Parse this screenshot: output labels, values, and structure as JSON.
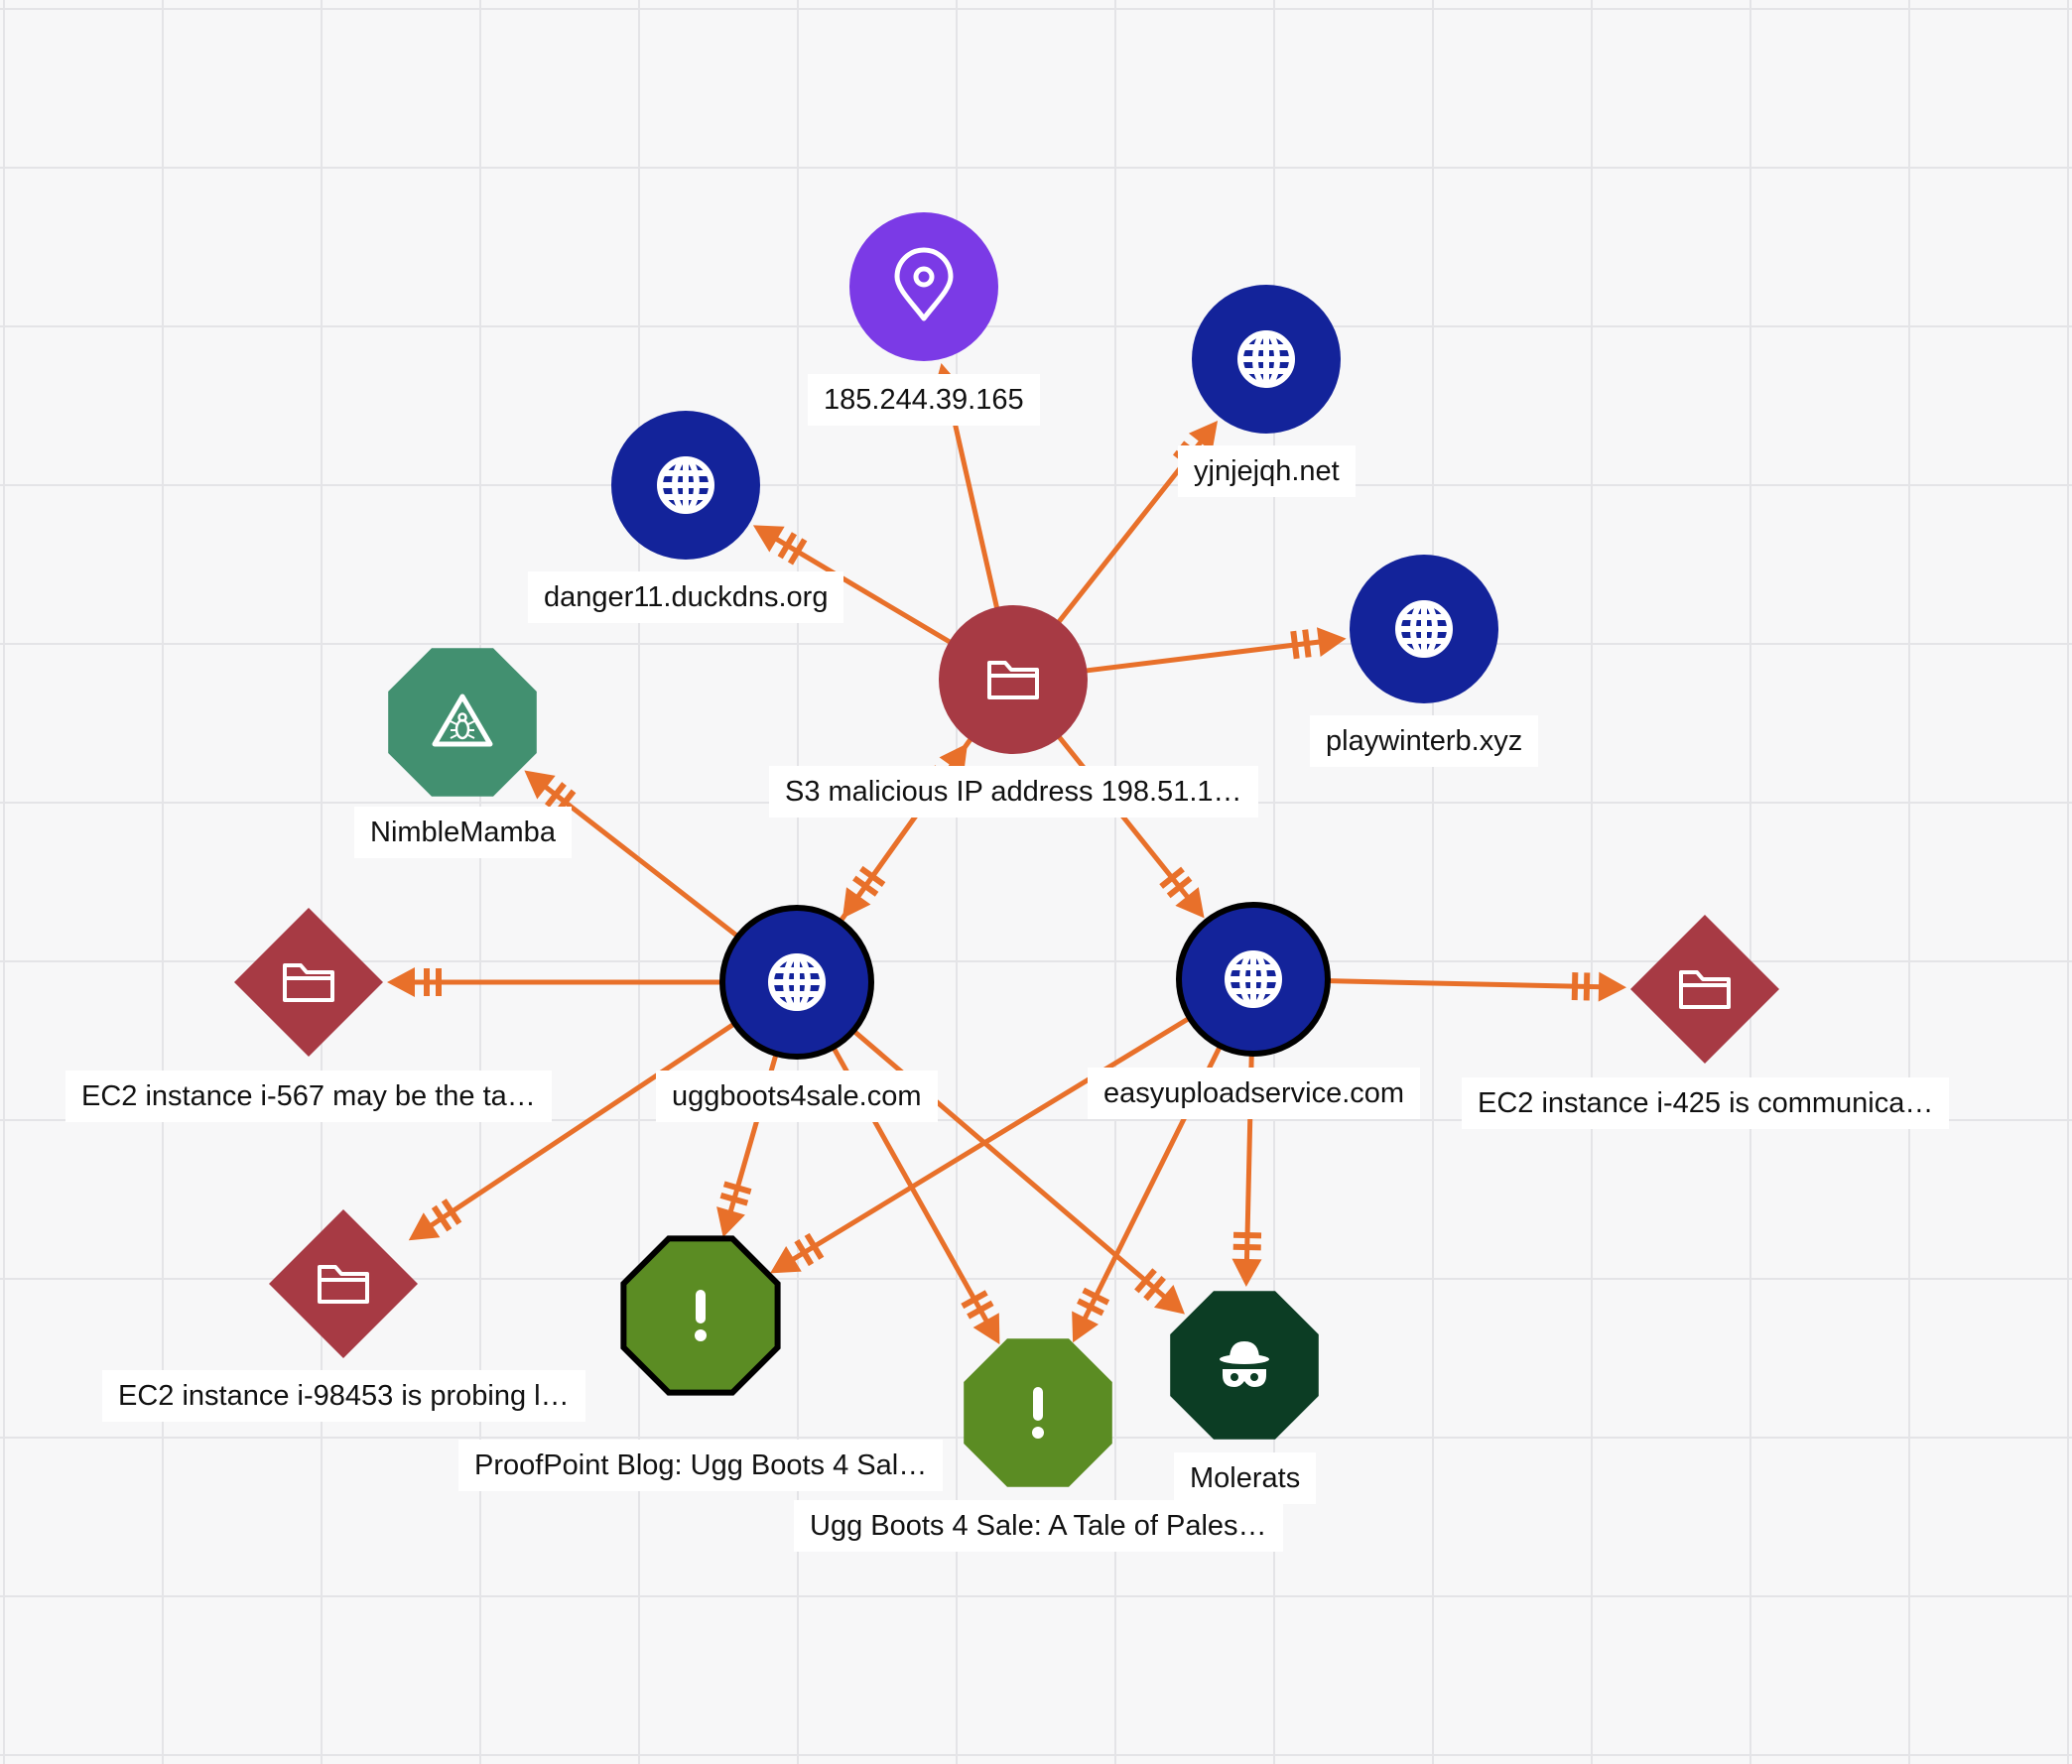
{
  "colors": {
    "edge": "#e8702a",
    "domain": "#13239a",
    "finding": "#a73a44",
    "malware": "#429070",
    "ip": "#7b3ae6",
    "report": "#5b8c23",
    "actor": "#0c3d24"
  },
  "nodes": [
    {
      "id": "ip",
      "label": "185.244.39.165",
      "type": "ip-address",
      "shape": "circle",
      "icon": "map-pin-icon",
      "color": "#7b3ae6"
    },
    {
      "id": "yj",
      "label": "yjnjejqh.net",
      "type": "domain",
      "shape": "circle",
      "icon": "globe-icon",
      "color": "#13239a"
    },
    {
      "id": "dd",
      "label": "danger11.duckdns.org",
      "type": "domain",
      "shape": "circle",
      "icon": "globe-icon",
      "color": "#13239a"
    },
    {
      "id": "pw",
      "label": "playwinterb.xyz",
      "type": "domain",
      "shape": "circle",
      "icon": "globe-icon",
      "color": "#13239a"
    },
    {
      "id": "s3",
      "label": "S3 malicious IP address 198.51.1…",
      "type": "finding",
      "shape": "circle",
      "icon": "folder-icon",
      "color": "#a73a44"
    },
    {
      "id": "nm",
      "label": "NimbleMamba",
      "type": "malware",
      "shape": "octagon",
      "icon": "bug-warning-icon",
      "color": "#429070"
    },
    {
      "id": "ug",
      "label": "uggboots4sale.com",
      "type": "domain",
      "shape": "circle",
      "icon": "globe-icon",
      "color": "#13239a",
      "selected": true
    },
    {
      "id": "eu",
      "label": "easyuploadservice.com",
      "type": "domain",
      "shape": "circle",
      "icon": "globe-icon",
      "color": "#13239a",
      "selected": true
    },
    {
      "id": "e567",
      "label": "EC2 instance i-567 may be the ta…",
      "type": "finding",
      "shape": "diamond",
      "icon": "folder-icon",
      "color": "#a73a44"
    },
    {
      "id": "e425",
      "label": "EC2 instance i-425 is communica…",
      "type": "finding",
      "shape": "diamond",
      "icon": "folder-icon",
      "color": "#a73a44"
    },
    {
      "id": "e984",
      "label": "EC2 instance i-98453 is probing l…",
      "type": "finding",
      "shape": "diamond",
      "icon": "folder-icon",
      "color": "#a73a44"
    },
    {
      "id": "pp",
      "label": "ProofPoint Blog: Ugg Boots 4 Sal…",
      "type": "report",
      "shape": "octagon",
      "icon": "exclamation-icon",
      "color": "#5b8c23",
      "selected": true
    },
    {
      "id": "ub",
      "label": "Ugg Boots 4 Sale: A Tale of Pales…",
      "type": "report",
      "shape": "octagon",
      "icon": "exclamation-icon",
      "color": "#5b8c23"
    },
    {
      "id": "mr",
      "label": "Molerats",
      "type": "threat-actor",
      "shape": "octagon",
      "icon": "spy-icon",
      "color": "#0c3d24"
    }
  ],
  "edges": [
    {
      "from": "s3",
      "to": "ip"
    },
    {
      "from": "s3",
      "to": "yj"
    },
    {
      "from": "s3",
      "to": "dd"
    },
    {
      "from": "s3",
      "to": "pw"
    },
    {
      "from": "ug",
      "to": "s3"
    },
    {
      "from": "s3",
      "to": "ug"
    },
    {
      "from": "s3",
      "to": "eu"
    },
    {
      "from": "ug",
      "to": "nm"
    },
    {
      "from": "ug",
      "to": "e567"
    },
    {
      "from": "ug",
      "to": "e984"
    },
    {
      "from": "ug",
      "to": "pp"
    },
    {
      "from": "ug",
      "to": "ub"
    },
    {
      "from": "ug",
      "to": "mr"
    },
    {
      "from": "eu",
      "to": "e425"
    },
    {
      "from": "eu",
      "to": "pp"
    },
    {
      "from": "eu",
      "to": "ub"
    },
    {
      "from": "eu",
      "to": "mr"
    }
  ]
}
